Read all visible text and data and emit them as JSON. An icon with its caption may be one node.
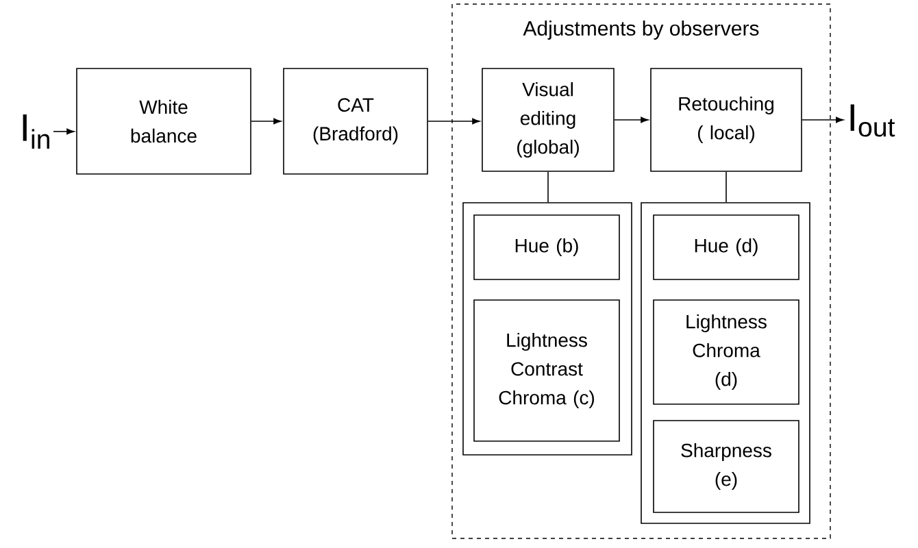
{
  "diagram": {
    "nodes": [
      {
        "text": [
          "I$_{in}$"
        ]
      },
      {
        "text": [
          "White balance"
        ]
      },
      {
        "text": [
          "CAT (Bradford)"
        ]
      },
      {
        "text": [
          "Adjustments by observers"
        ]
      },
      {
        "text": [
          "Visual editing (global)"
        ],
        "in": 3
      },
      {
        "text": [
          "Retouching ( local)"
        ],
        "in": 3
      },
      {
        "text": [],
        "shape": "box",
        "in": 3
      },
      {
        "text": [
          "Hue (b)"
        ],
        "in": 6
      },
      {
        "text": [
          "Lightness Contrast Chroma (c)"
        ],
        "in": 6
      },
      {
        "text": [],
        "shape": "box",
        "in": 3
      },
      {
        "text": [
          "Hue (d)"
        ],
        "in": 9
      },
      {
        "text": [
          "Lightness Chroma (d)"
        ],
        "in": 9
      },
      {
        "text": [
          "Sharpness (e)"
        ],
        "in": 9
      },
      {
        "text": [
          "I$_{out}$"
        ]
      }
    ],
    "edges": [
      {
        "from": 0,
        "to": 1,
        "arrow": "to"
      },
      {
        "from": 1,
        "to": 2,
        "arrow": "to"
      },
      {
        "from": 2,
        "to": 4,
        "arrow": "to"
      },
      {
        "from": 4,
        "to": 5,
        "arrow": "to"
      },
      {
        "from": 5,
        "to": 13,
        "arrow": "to"
      },
      {
        "from": 4,
        "to": 6,
        "arrow": "none"
      },
      {
        "from": 5,
        "to": 9,
        "arrow": "none"
      }
    ]
  }
}
